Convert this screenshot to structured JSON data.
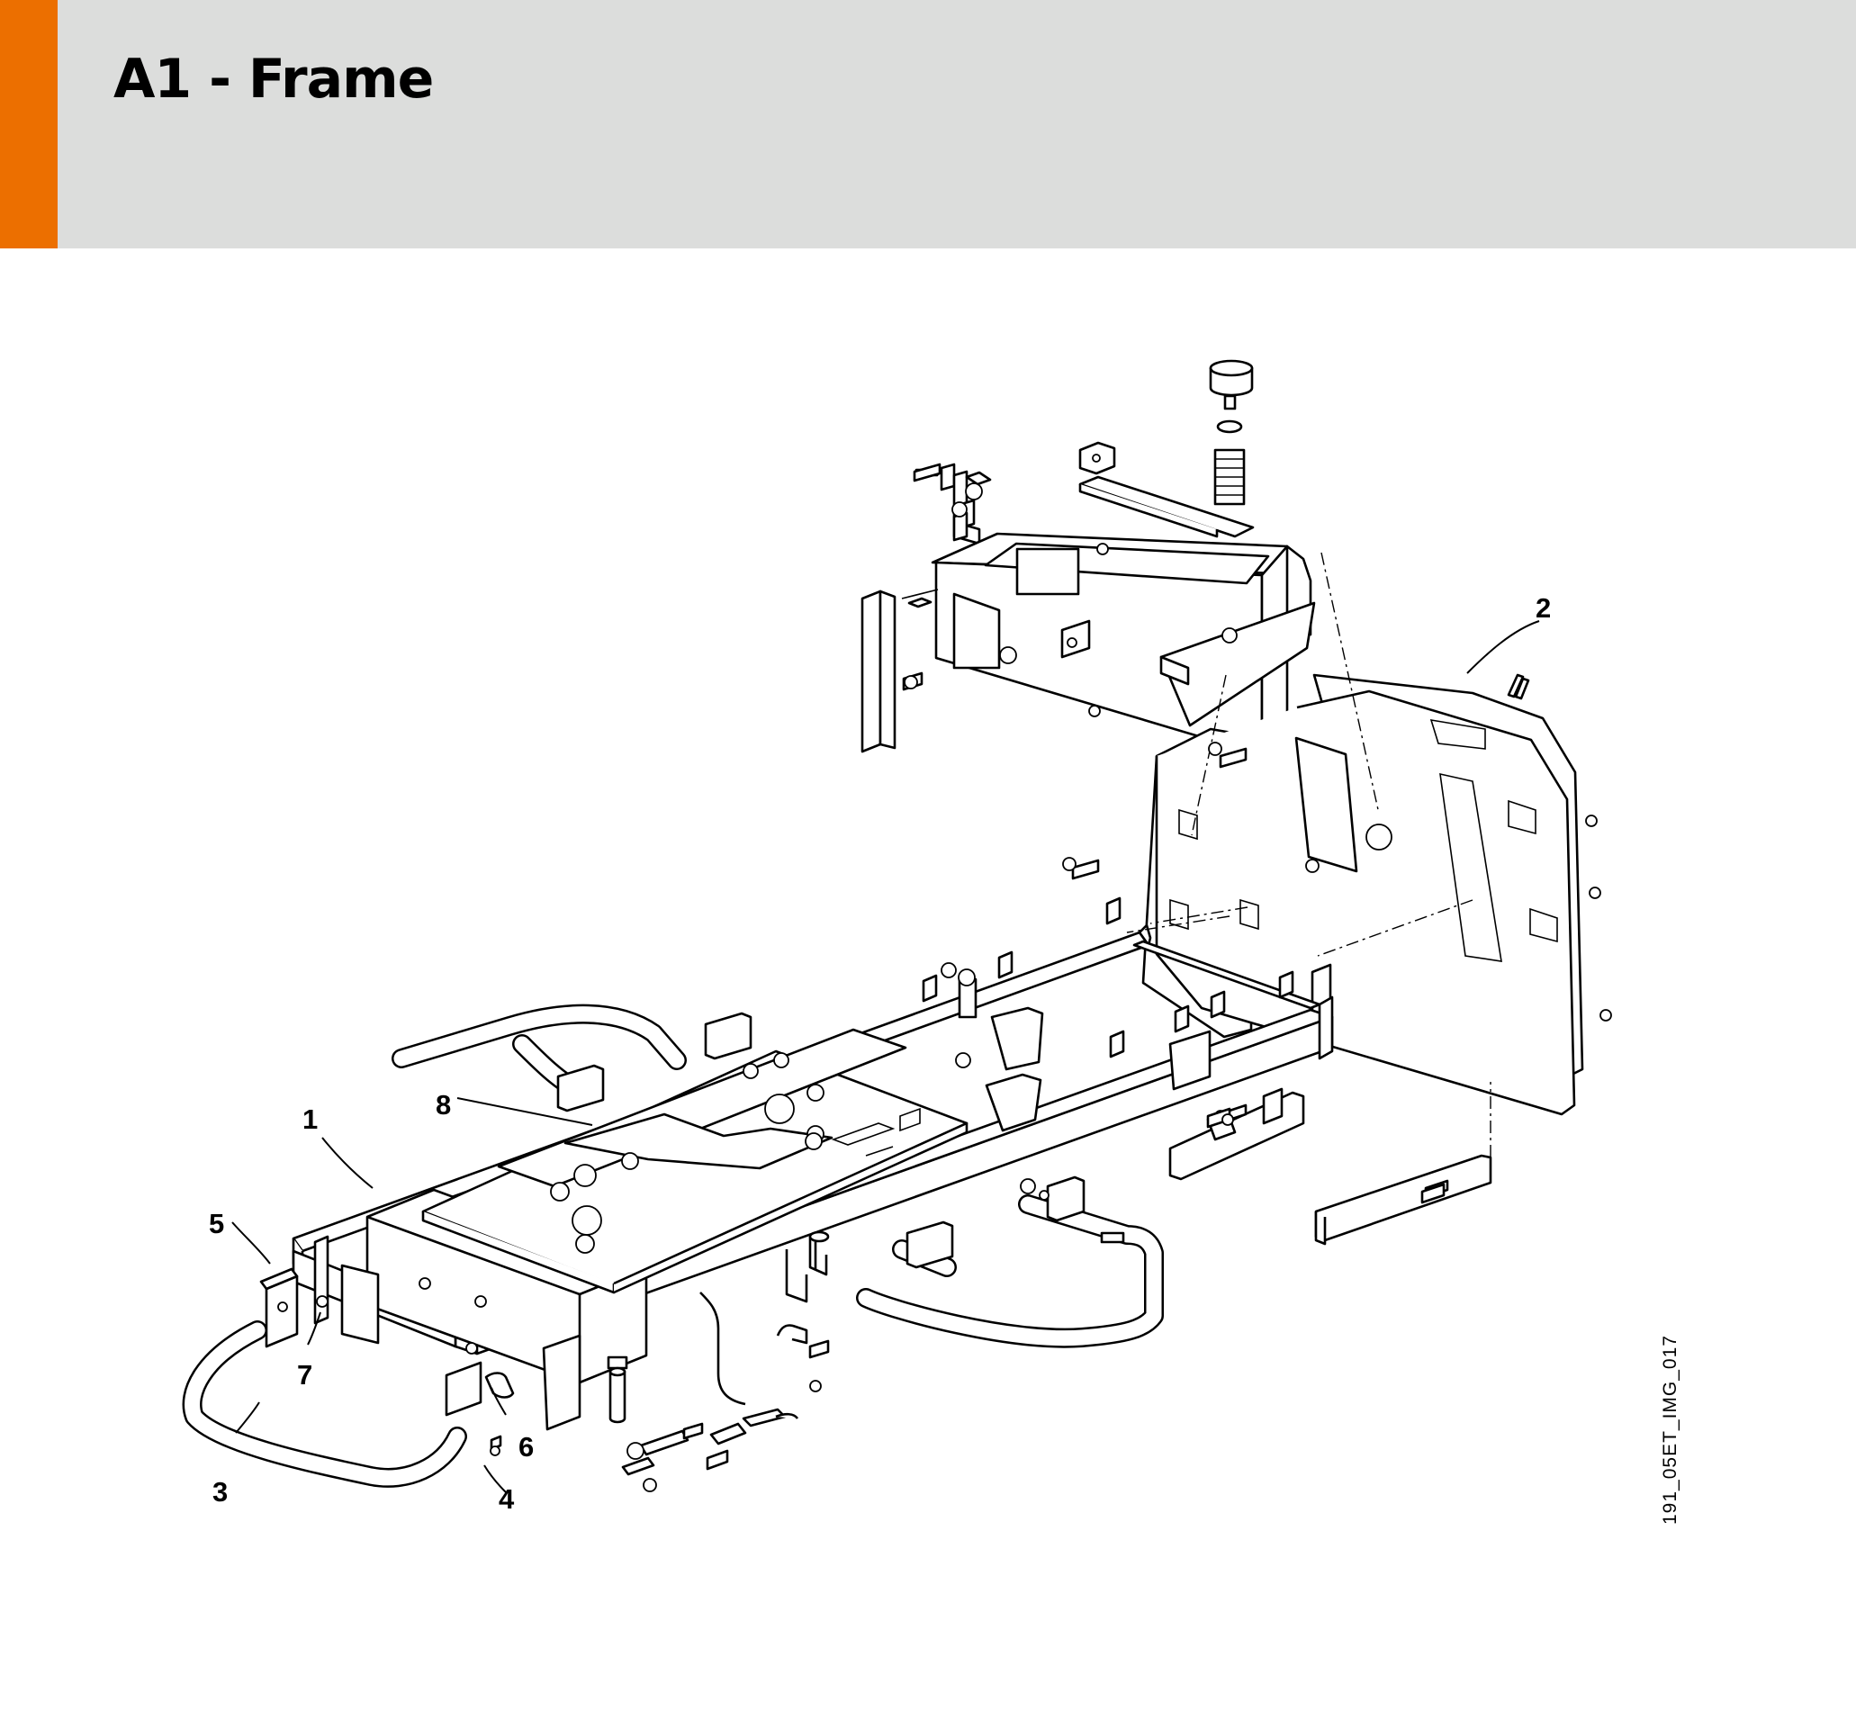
{
  "header": {
    "title": "A1 - Frame",
    "accent_color": "#ec6f00",
    "background_color": "#dcdddc"
  },
  "diagram": {
    "callouts": [
      "1",
      "2",
      "3",
      "4",
      "5",
      "6",
      "7",
      "8"
    ],
    "reference_code": "191_05ET_IMG_017"
  }
}
